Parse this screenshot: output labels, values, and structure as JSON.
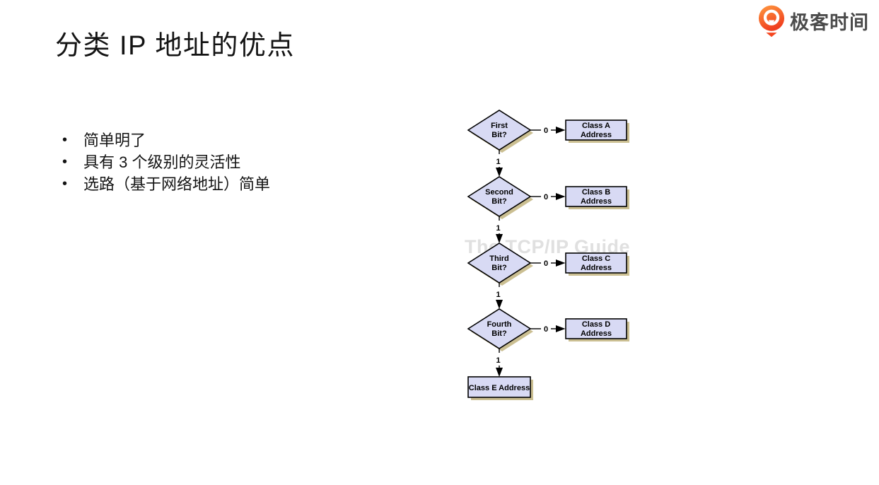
{
  "brand": {
    "name": "极客时间",
    "orange": "#f5471f",
    "orange_light": "#ff9a40",
    "text_color": "#4b4b4b"
  },
  "slide": {
    "title": "分类 IP 地址的优点",
    "bullet_char": "•",
    "bullets": [
      "简单明了",
      "具有 3 个级别的灵活性",
      "选路（基于网络地址）简单"
    ]
  },
  "flowchart": {
    "watermark": "The TCP/IP Guide",
    "colors": {
      "fill": "#d8daf4",
      "border": "#000000",
      "shadow": "#cbbf92"
    },
    "rows": [
      {
        "q1": "First",
        "q2": "Bit?",
        "no": "0",
        "yes": "1",
        "r1": "Class A",
        "r2": "Address"
      },
      {
        "q1": "Second",
        "q2": "Bit?",
        "no": "0",
        "yes": "1",
        "r1": "Class B",
        "r2": "Address"
      },
      {
        "q1": "Third",
        "q2": "Bit?",
        "no": "0",
        "yes": "1",
        "r1": "Class C",
        "r2": "Address"
      },
      {
        "q1": "Fourth",
        "q2": "Bit?",
        "no": "0",
        "yes": "1",
        "r1": "Class D",
        "r2": "Address"
      }
    ],
    "terminal": "Class E Address"
  }
}
